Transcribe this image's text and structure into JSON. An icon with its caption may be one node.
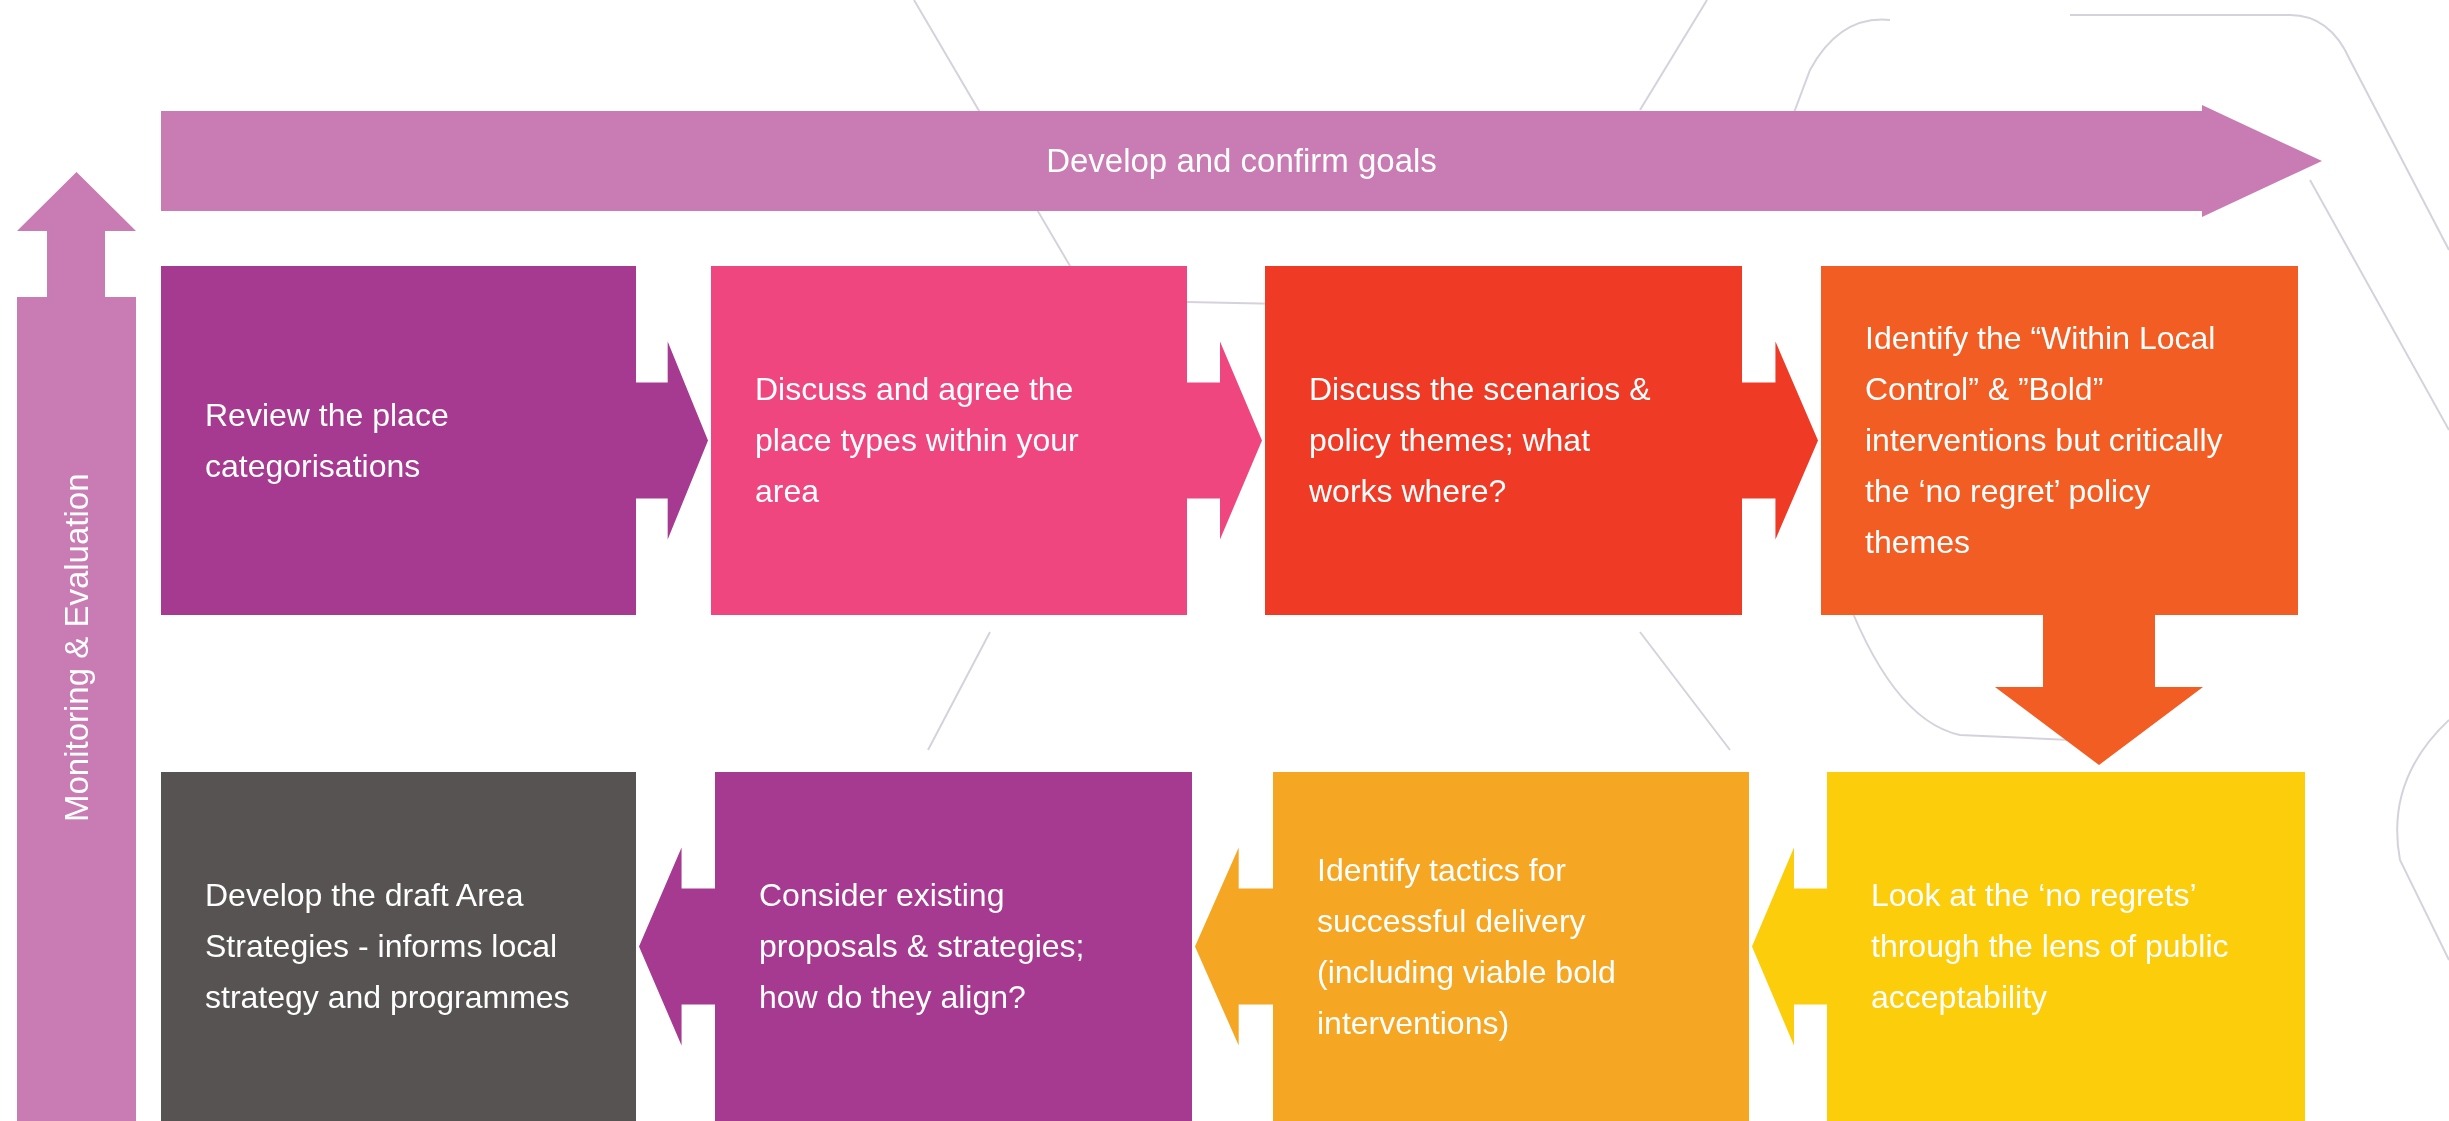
{
  "diagram": {
    "nodes": [
      {
        "text": [
          "Develop and confirm goals"
        ]
      },
      {
        "text": [
          "Monitoring & Evaluation"
        ]
      },
      {
        "text": [
          "Review the place categorisations"
        ]
      },
      {
        "text": [
          "Discuss and agree the place types within your area"
        ]
      },
      {
        "text": [
          "Discuss the scenarios & policy themes; what works where?"
        ]
      },
      {
        "text": [
          "Identify the “Within Local Control” & ”Bold” interventions but critically the ‘no regret’ policy themes"
        ]
      },
      {
        "text": [
          "Look at the ‘no regrets’ through the lens of public acceptability"
        ]
      },
      {
        "text": [
          "Identify tactics for successful delivery (including viable bold interventions)"
        ]
      },
      {
        "text": [
          "Consider existing proposals & strategies; how do they align?"
        ]
      },
      {
        "text": [
          "Develop the draft Area Strategies - informs local strategy and programmes"
        ]
      }
    ],
    "edges": [
      {
        "from": 2,
        "to": 3,
        "arrow": "to",
        "style": "thick",
        "color": "#a53a90"
      },
      {
        "from": 3,
        "to": 4,
        "arrow": "to",
        "style": "thick",
        "color": "#f0467f"
      },
      {
        "from": 4,
        "to": 5,
        "arrow": "to",
        "style": "thick",
        "color": "#ef3a26"
      },
      {
        "from": 5,
        "to": 6,
        "arrow": "to",
        "style": "thick",
        "color": "#f25d24"
      },
      {
        "from": 6,
        "to": 7,
        "arrow": "to",
        "style": "thick",
        "color": "#fbcd0b"
      },
      {
        "from": 7,
        "to": 8,
        "arrow": "to",
        "style": "thick",
        "color": "#f5a623"
      },
      {
        "from": 8,
        "to": 9,
        "arrow": "to",
        "style": "thick",
        "color": "#a53a90"
      }
    ]
  }
}
